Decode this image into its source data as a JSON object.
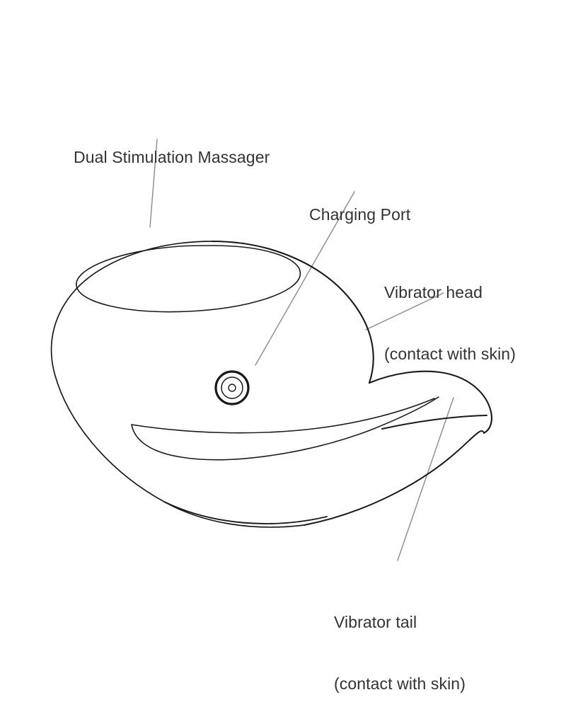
{
  "figure": {
    "type": "product-line-diagram",
    "background_color": "#ffffff",
    "outline_color": "#1a1a1a",
    "leader_line_color": "#8a8a8a",
    "text_color": "#333333",
    "subject": "dual-stimulation-massager"
  },
  "annotations": [
    {
      "id": "massager",
      "lines": [
        "Dual Stimulation Massager"
      ],
      "target": "product-body"
    },
    {
      "id": "charging",
      "lines": [
        "Charging Port"
      ],
      "target": "charging-port"
    },
    {
      "id": "head",
      "lines": [
        "Vibrator head",
        "(contact with skin)"
      ],
      "target": "vibrator-head"
    },
    {
      "id": "tail",
      "lines": [
        "Vibrator tail",
        "(contact with skin)"
      ],
      "target": "vibrator-tail"
    }
  ],
  "parts": {
    "body_label": "product-body-outline",
    "rim_label": "top-rim-oval",
    "groove_label": "crescent-groove",
    "port_label": "charging-port-rings",
    "tail_label": "vibrator-tail-outline",
    "seam_label": "tail-seam-line"
  }
}
